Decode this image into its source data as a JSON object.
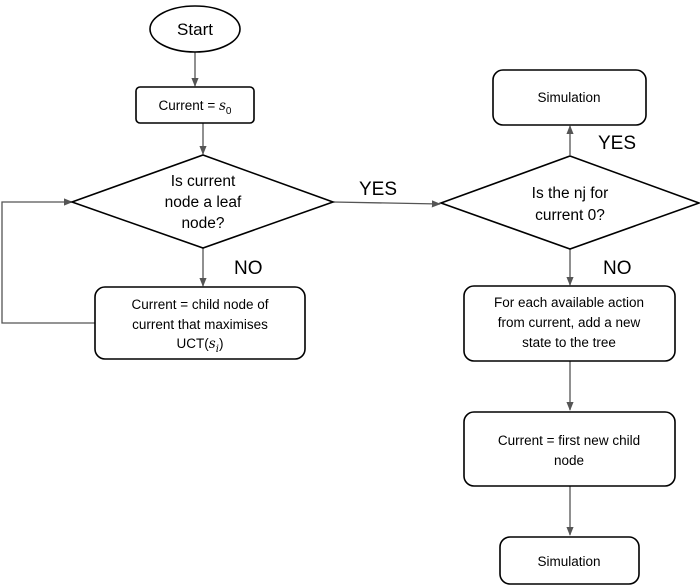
{
  "nodes": {
    "start": {
      "label": "Start"
    },
    "init": {
      "label_prefix": "Current = ",
      "label_math": "s",
      "label_sub": "0"
    },
    "leaf_check": {
      "lines": [
        "Is current",
        "node a leaf",
        "node?"
      ]
    },
    "select_child": {
      "line1": "Current = child node of",
      "line2": "current that maximises",
      "line3_prefix": "UCT(",
      "line3_math": "s",
      "line3_sub": "i",
      "line3_suffix": ")"
    },
    "nj_check": {
      "lines": [
        "Is the nj for",
        "current 0?"
      ]
    },
    "simulation_top": {
      "label": "Simulation"
    },
    "expand": {
      "lines": [
        "For each available action",
        "from current, add a new",
        "state to the tree"
      ]
    },
    "first_child": {
      "lines": [
        "Current = first new child",
        "node"
      ]
    },
    "simulation_bottom": {
      "label": "Simulation"
    }
  },
  "edge_labels": {
    "leaf_yes": "YES",
    "leaf_no": "NO",
    "nj_yes": "YES",
    "nj_no": "NO"
  }
}
